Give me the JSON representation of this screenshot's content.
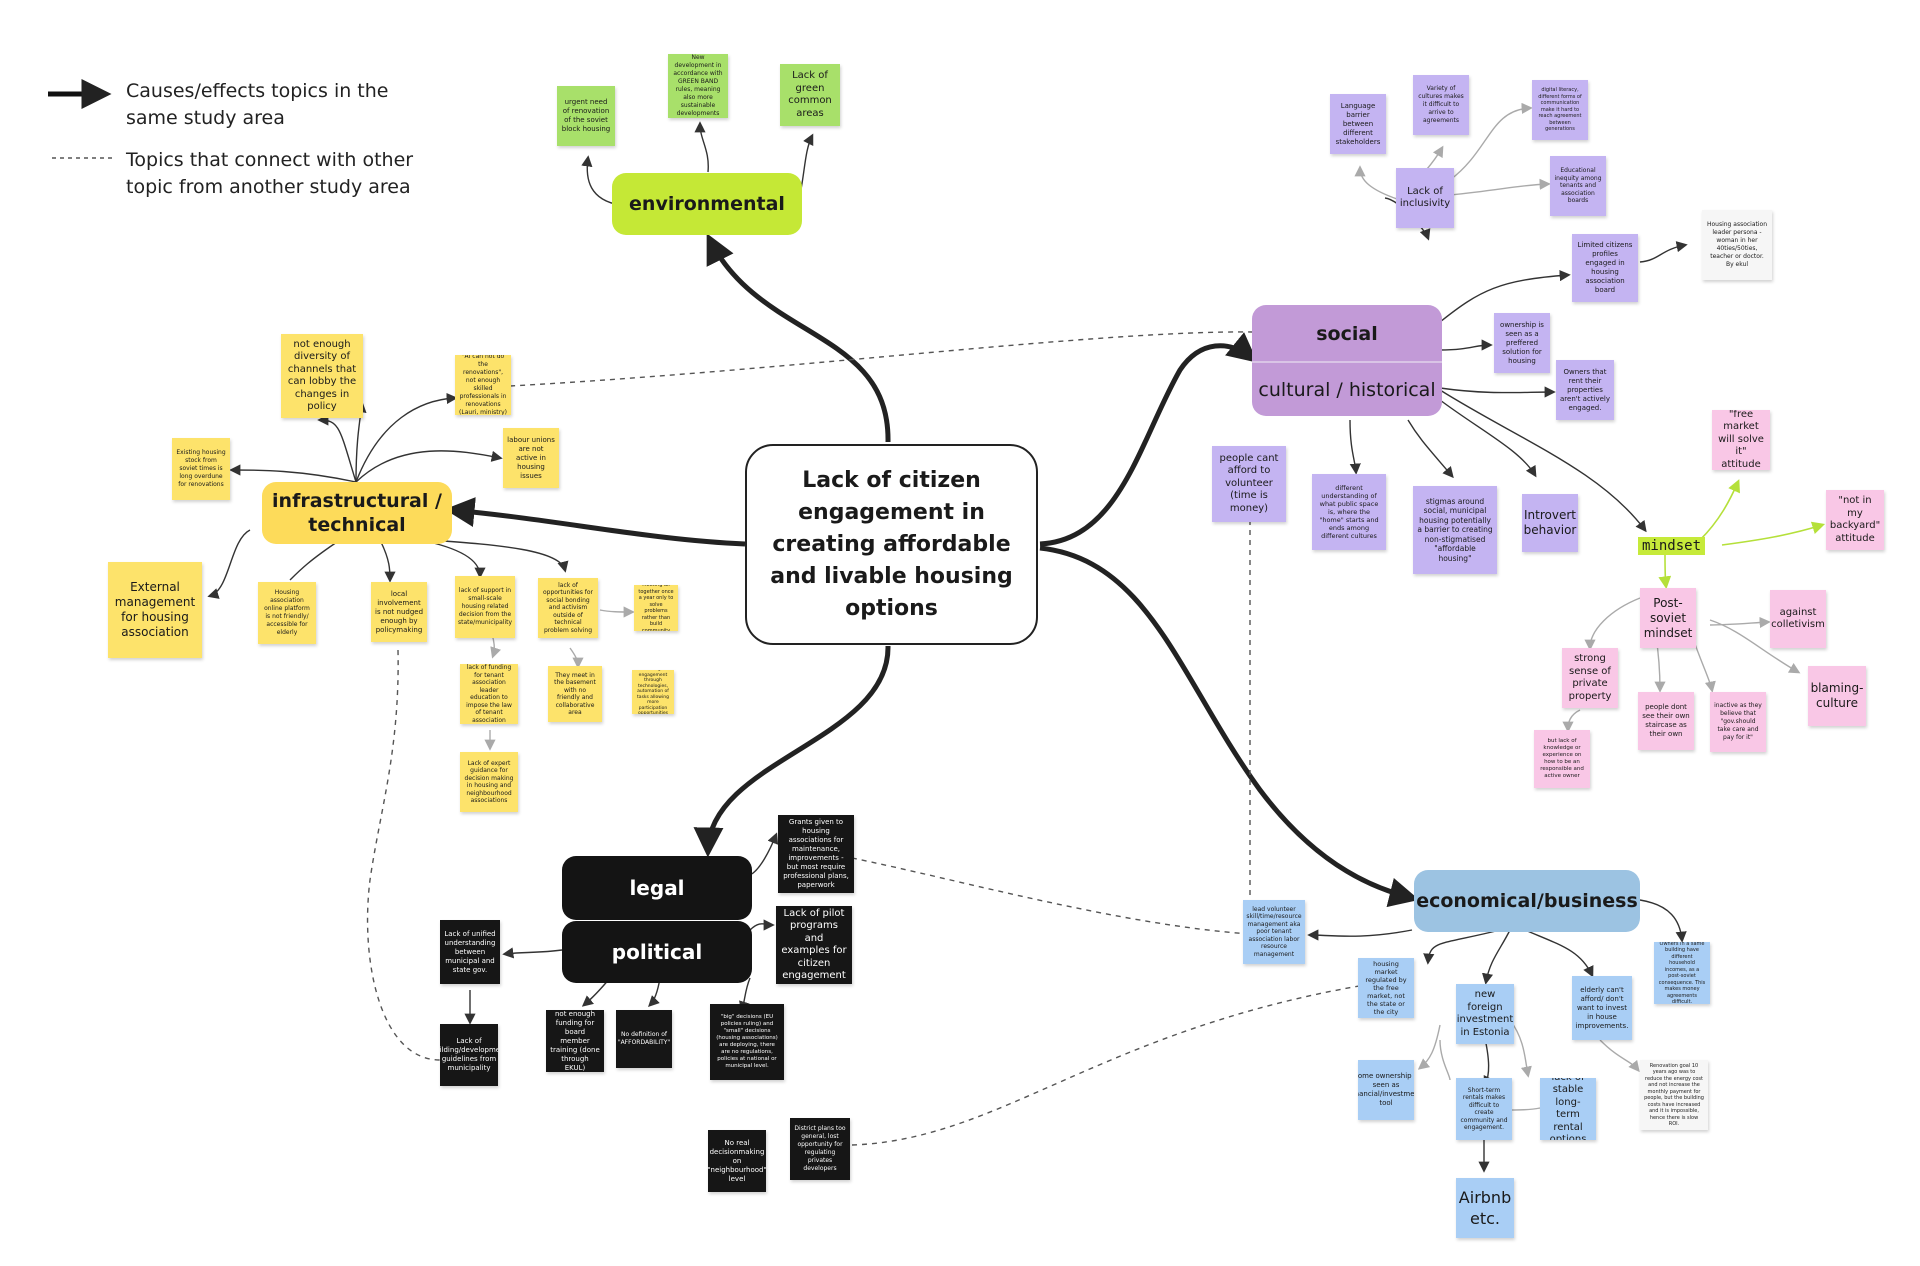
{
  "legend": {
    "causes": "Causes/effects topics in the same study area",
    "connections": "Topics that connect with other topic from another study area"
  },
  "central": {
    "title": "Lack of citizen engagement in creating affordable and livable housing options"
  },
  "hubs": {
    "environmental": "environmental",
    "social": "social",
    "cultural": "cultural / historical",
    "infrastructural": "infrastructural / technical",
    "legal": "legal",
    "political": "political",
    "economical": "economical/business",
    "mindset": "mindset"
  },
  "environmental_notes": [
    "urgent need of renovation of the soviet block housing",
    "New development in accordance with GREEN BAND rules, meaning also more sustainable developments",
    "Lack of green common areas"
  ],
  "infra_notes": [
    "not enough diversity of channels that can lobby the changes in policy",
    "\"AI can not do the renovations\", not enough skilled professionals in renovations (Lauri, ministry)",
    "Existing housing stock from soviet times is long overdune for renovations",
    "labour unions are not active in housing issues",
    "External management for housing association",
    "Housing association online platform is not friendly/ accessible for elderly",
    "local involvement is not nudged enough by policymaking",
    "lack of support in small-scale housing related decision from the state/municipality",
    "lack of opportunities for social bonding and activism outside of technical problem solving",
    "Meeting all together once a year only to solve problems rather than build community",
    "lack of funding for tenant association leader education to impose the law of tenant association",
    "They meet in the basement with no friendly and collaborative area",
    "better digital engagement through technologies, automation of tasks allowing more participation opportunities",
    "Lack of expert guidance for decision making in housing and neighbourhood associations"
  ],
  "social_notes": [
    "Language barrier between different stakeholders",
    "Variety of cultures makes it difficult to arrive to agreements",
    "digital literacy, different forms of communication make it hard to reach agreement between generations",
    "Lack of inclusivity",
    "Educational inequity among tenants and association boards",
    "Housing association leader persona - woman in her 40ties/50ties, teacher or doctor. By ekul",
    "Limited citizens profiles engaged in housing association board",
    "ownership is seen as a preffered solution for housing",
    "Owners that rent their properties aren't actively engaged.",
    "people cant afford to volunteer (time is money)",
    "different understanding of what public space is, where the \"home\" starts and ends among different cultures",
    "stigmas around social, municipal housing potentially a barrier to creating non-stigmatised \"affordable housing\"",
    "Introvert behavior"
  ],
  "mindset_notes": [
    "\"free market will solve it\" attitude",
    "\"not in my backyard\" attitude",
    "Post-soviet mindset",
    "against colletivism",
    "strong sense of private property",
    "blaming-culture",
    "people dont see their own staircase as their own",
    "inactive as they believe that \"gov.should take care and pay for it\"",
    "but lack of knowledge or experience on how to be an responsible and active owner"
  ],
  "legal_notes": [
    "Grants given to housing associations for maintenance, improvements - but most require professional plans, paperwork",
    "Lack of pilot programs and examples for citizen engagement",
    "Lack of unified understanding between municipal and state gov.",
    "Lack of building/development guidelines from municipality",
    "not enough funding for board member training (done through EKUL)",
    "No definition of \"AFFORDABILITY\"",
    "\"big\" decisions (EU policies ruling) and \"small\" decisions (housing associations) are deploying, there are no regulations, policies at national or municipal level.",
    "No real decisionmaking on \"neighbourhood\" level",
    "District plans too general, lost opportunity for regulating privates developers"
  ],
  "economic_notes": [
    "lead volunteer skill/time/resource management aka poor tenant association labor resource management",
    "Owners in a same building have different household incomes, as a post-soviet consequence. This makes money agreements difficult.",
    "housing market regulated by the free market, not the state or the city",
    "new foreign investment in Estonia",
    "elderly can't afford/ don't want to invest in house improvements.",
    "Home ownership is seen as financial/investment tool",
    "Short-term rentals makes difficult to create community and engagement.",
    "lack of stable long-term rental options",
    "Renovation goal 10 years ago was to reduce the energy cost and not increase the monthly payment for people, but the building costs have increased and it is impossible, hence there is slow ROI.",
    "Airbnb etc."
  ],
  "colors": {
    "environmental": "#c5e836",
    "social": "#c29ad7",
    "infrastructural": "#fddb5a",
    "legal": "#141414",
    "economical": "#9cc3e2",
    "center_border": "#222222"
  }
}
